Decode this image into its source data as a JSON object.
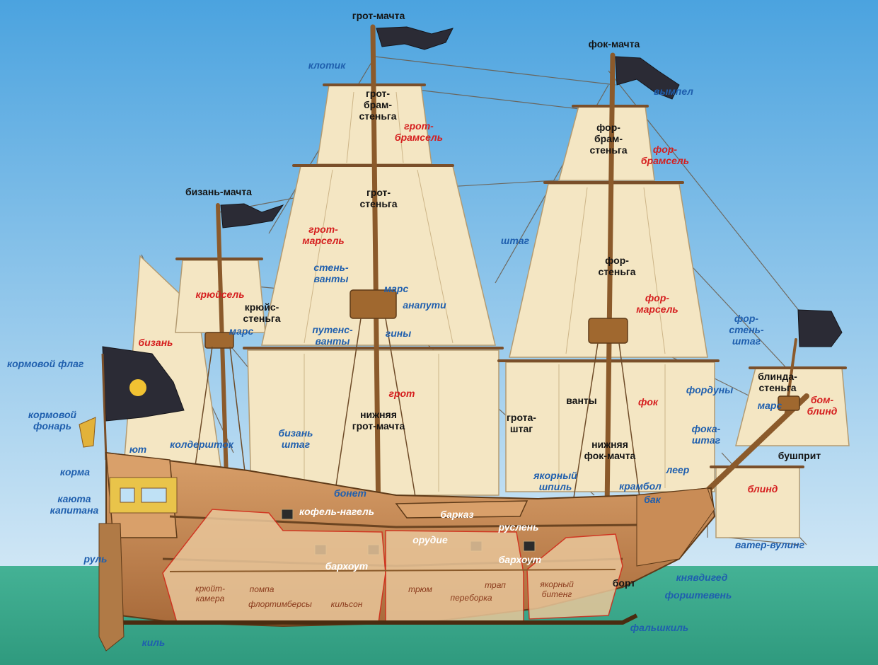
{
  "colors": {
    "sky_top": "#4ba3df",
    "sky_bottom": "#cfe6f5",
    "sea": "#3aaa8f",
    "sail": "#f4e6c3",
    "hull": "#c98c56",
    "label_black": "#141414",
    "label_blue": "#1f5fae",
    "label_red": "#d51e1e",
    "label_brown": "#8a3a1c"
  },
  "labels": {
    "grot_machta": "грот-мачта",
    "fok_machta": "фок-мачта",
    "klotik": "клотик",
    "vympel": "вымпел",
    "grot_bram_stenga": [
      "грот-",
      "брам-",
      "стеньга"
    ],
    "grot_bramsel": [
      "грот-",
      "брамсель"
    ],
    "for_bram_stenga": [
      "фор-",
      "брам-",
      "стеньга"
    ],
    "for_bramsel": [
      "фор-",
      "брамсель"
    ],
    "bizan_machta": "бизань-мачта",
    "grot_stenga": [
      "грот-",
      "стеньга"
    ],
    "grot_marsel": [
      "грот-",
      "марсель"
    ],
    "shtag": "штаг",
    "sten_vanty": [
      "стень-",
      "ванты"
    ],
    "mars_main": "марс",
    "anaputi": "анапути",
    "krujsel": "крюйсель",
    "kruys_stenga": [
      "крюйс-",
      "стеньга"
    ],
    "for_stenga": [
      "фор-",
      "стеньга"
    ],
    "for_marsel": [
      "фор-",
      "марсель"
    ],
    "mars_mizzen": "марс",
    "putens_vanty": [
      "путенс-",
      "ванты"
    ],
    "giny": "гины",
    "bizan": "бизань",
    "for_sten_shtag": [
      "фор-",
      "стень-",
      "штаг"
    ],
    "kormovoy_flag": "кормовой флаг",
    "grot": "грот",
    "vanty": "ванты",
    "fok": "фок",
    "forduny": "форduны",
    "blinda_stenga": [
      "блинда-",
      "стеньга"
    ],
    "mars_bow": "марс",
    "bom_blind": [
      "бом-",
      "блинд"
    ],
    "kormovoy_fonar": [
      "кормовой",
      "фонарь"
    ],
    "nizhnyaya_grot_machta": [
      "нижняя",
      "грот-мачта"
    ],
    "grota_shtag": [
      "грота-",
      "штаг"
    ],
    "bizan_shtag": [
      "бизань",
      "штаг"
    ],
    "foka_shtag": [
      "фока-",
      "штаг"
    ],
    "yut": "ют",
    "kolderstok": "колдершток",
    "nizhnyaya_fok_machta": [
      "нижняя",
      "фок-мачта"
    ],
    "bushprit": "бушприт",
    "korma": "корма",
    "leer": "леер",
    "yakorny_shpil": [
      "якорный",
      "шпиль"
    ],
    "blind": "блинд",
    "kajuta_kapitana": [
      "каюта",
      "капитана"
    ],
    "bonet": "бонет",
    "krambol": "крамбол",
    "kofel_nagel": "кофель-нагель",
    "bak": "бак",
    "barkaz": "барказ",
    "rulen": "руслень",
    "orudie": "орудие",
    "rul": "руль",
    "barhout_left": "бархоут",
    "barhout_right": "бархоут",
    "vater_vuling": "ватер-вулинг",
    "knyavdiged": "княвдигед",
    "kruyt_kamera": [
      "крюйт-",
      "камера"
    ],
    "pompa": "помпа",
    "trum": "трюм",
    "trap": "трап",
    "yakorny_biteng": [
      "якорный",
      "битенг"
    ],
    "bort": "борт",
    "florttimbersy": "флортимберсы",
    "kilson": "кильсон",
    "pereborka": "переборка",
    "forshteven": "форштевень",
    "falshkil": "фальшкиль",
    "kil": "киль"
  }
}
